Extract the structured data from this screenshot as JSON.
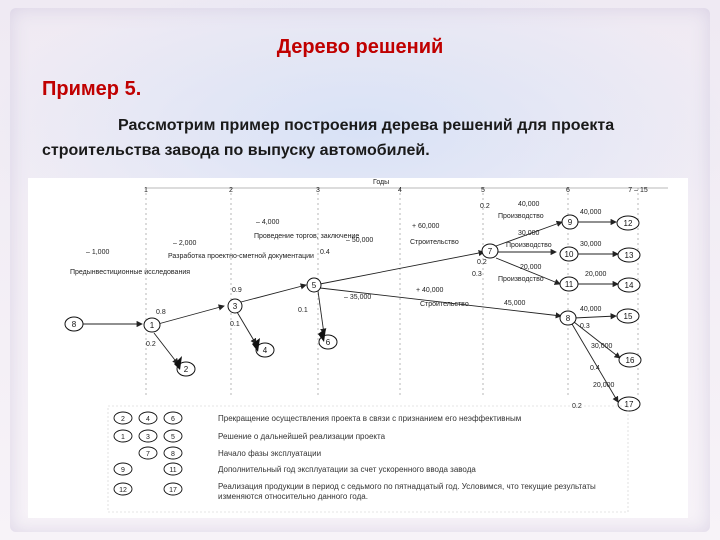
{
  "slide": {
    "title": "Дерево решений",
    "subtitle": "Пример 5.",
    "paragraph": "Рассмотрим пример построения дерева решений для проекта строительства завода по выпуску автомобилей."
  },
  "diagram": {
    "year_caption": "Годы",
    "year_markers": [
      "1",
      "2",
      "3",
      "4",
      "5",
      "6",
      "7 – 15"
    ],
    "stage_labels": {
      "pre_investment": "Предынвестиционные исследования",
      "design_docs": "Разработка проектно-сметной документации",
      "tender": "Проведение торгов, заключение",
      "construction_a": "Строительство",
      "construction_b": "Строительство",
      "production": "Производство",
      "production_a": "Производство",
      "production_b": "Производство"
    },
    "edge_values": {
      "v_1000": "– 1,000",
      "v_2000": "– 2,000",
      "v_4000": "– 4,000",
      "v_50000": "– 50,000",
      "v_35000": "– 35,000",
      "v_60000": "+ 60,000",
      "v_40000_b": "+ 40,000",
      "v_45000": "45,000",
      "v_40000_a": "40,000",
      "v_30000_a": "30,000",
      "v_20000_a": "20,000",
      "v_40000_c": "40,000",
      "v_30000_b": "30,000",
      "v_20000_b": "20,000",
      "v_40000_d": "40,000",
      "v_30000_c": "30,000",
      "v_20000_c": "20,000"
    },
    "probabilities": {
      "p08": "0.8",
      "p02a": "0.2",
      "p09": "0.9",
      "p01a": "0.1",
      "p04a": "0.4",
      "p01b": "0.1",
      "p02b": "0.2",
      "p02c": "0.2",
      "p03a": "0.3",
      "p03b": "0.3",
      "p04b": "0.4",
      "p02d": "0.2"
    },
    "nodes": {
      "n1": "1",
      "n2": "2",
      "n3": "3",
      "n4": "4",
      "n5": "5",
      "n6": "6",
      "n7": "7",
      "n8": "8",
      "n9": "9",
      "n10": "10",
      "n11": "11",
      "n12": "12",
      "n13": "13",
      "n14": "14",
      "n15": "15",
      "n16": "16",
      "n17": "17"
    },
    "legend": {
      "row1_nodes": [
        "2",
        "4",
        "6"
      ],
      "row1_text": "Прекращение осуществления проекта в связи с признанием его неэффективным",
      "row2_nodes": [
        "1",
        "3",
        "5"
      ],
      "row2_text": "Решение о дальнейшей реализации проекта",
      "row3_nodes": [
        "7",
        "8"
      ],
      "row3_text": "Начало фазы эксплуатации",
      "row4_nodes": [
        "9",
        "11"
      ],
      "row4_text": "Дополнительный год эксплуатации за счет ускоренного ввода завода",
      "row5_nodes": [
        "12",
        "17"
      ],
      "row5_text": "Реализация продукции в период с седьмого по пятнадцатый год. Условимся, что текущие результаты изменяются относительно данного года."
    }
  }
}
